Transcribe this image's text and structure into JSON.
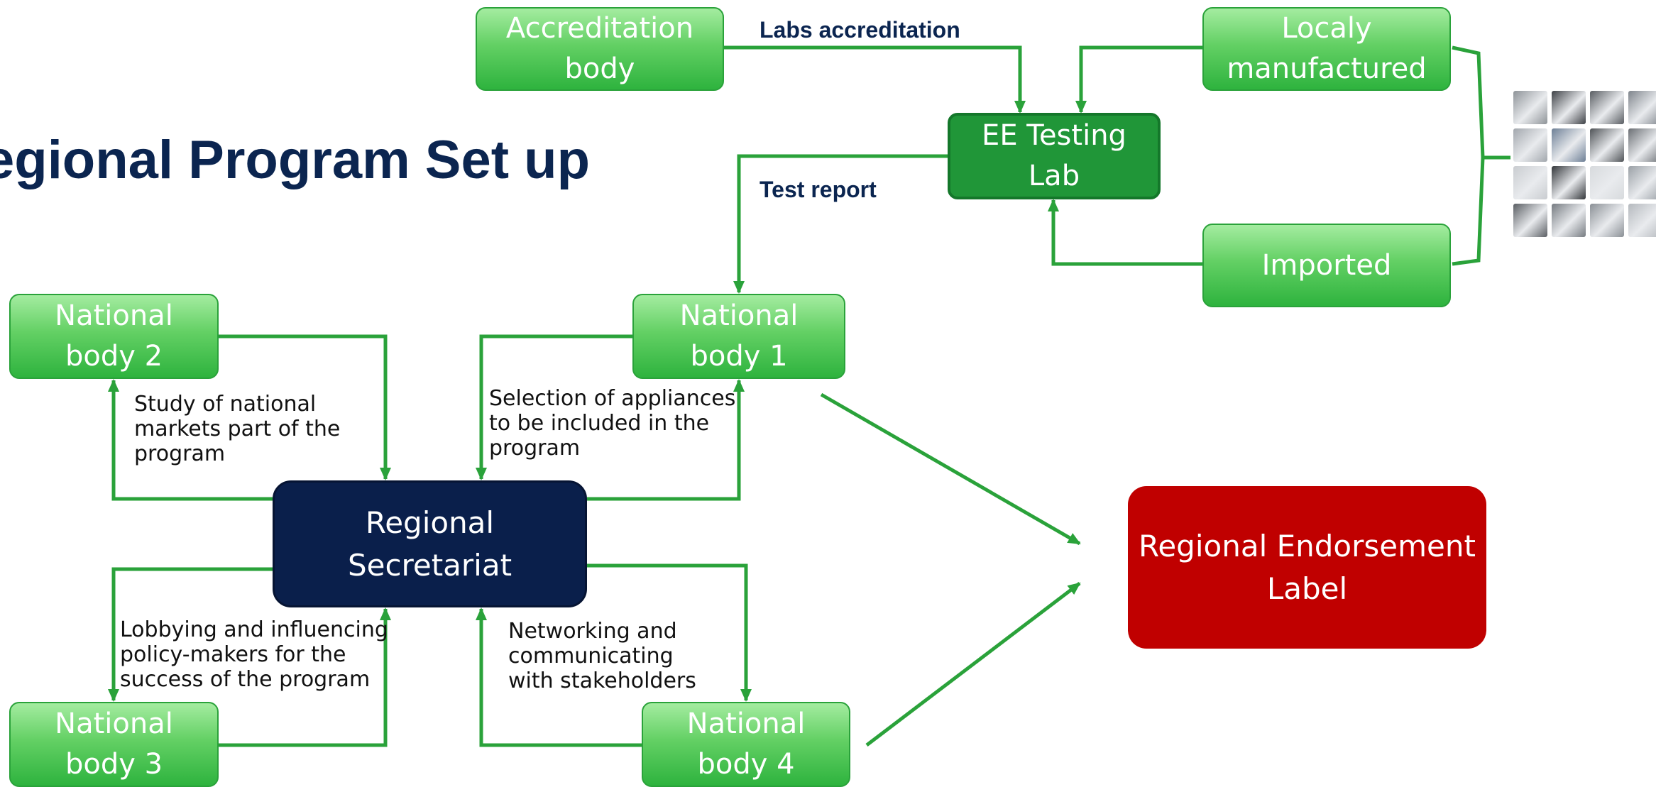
{
  "title": "egional Program Set up",
  "nodes": {
    "accreditation_body": "Accreditation\nbody",
    "locally_manufactured": "Localy\nmanufactured",
    "ee_testing_lab": "EE Testing\nLab",
    "imported": "Imported",
    "national_body_1": "National\nbody 1",
    "national_body_2": "National\nbody 2",
    "national_body_3": "National\nbody 3",
    "national_body_4": "National\nbody 4",
    "regional_secretariat": "Regional\nSecretariat",
    "regional_endorsement_label": "Regional Endorsement\nLabel"
  },
  "edge_labels": {
    "labs_accreditation": "Labs accreditation",
    "test_report": "Test report",
    "study": "Study of national\nmarkets part of the\nprogram",
    "selection": "Selection of appliances\nto be included in the\nprogram",
    "lobbying": "Lobbying and influencing\npolicy-makers for the\nsuccess of the program",
    "networking": "Networking and\ncommunicating\nwith stakeholders"
  },
  "colors": {
    "arrow": "#2aa23a",
    "title": "#0b2550",
    "secretariat": "#0a1f4b",
    "endorsement": "#c00000",
    "lab": "#209638"
  },
  "appliance_photos": {
    "count": 16,
    "shades": [
      "#8e9398",
      "#3e4146",
      "#595d62",
      "#7f858c",
      "#a2a7ad",
      "#6d7f96",
      "#4f5357",
      "#6b6f74",
      "#c9ccd0",
      "#33363a",
      "#d7dadd",
      "#9aa0a6",
      "#5a5e63",
      "#767b81",
      "#8b9096",
      "#b5b9be"
    ]
  }
}
